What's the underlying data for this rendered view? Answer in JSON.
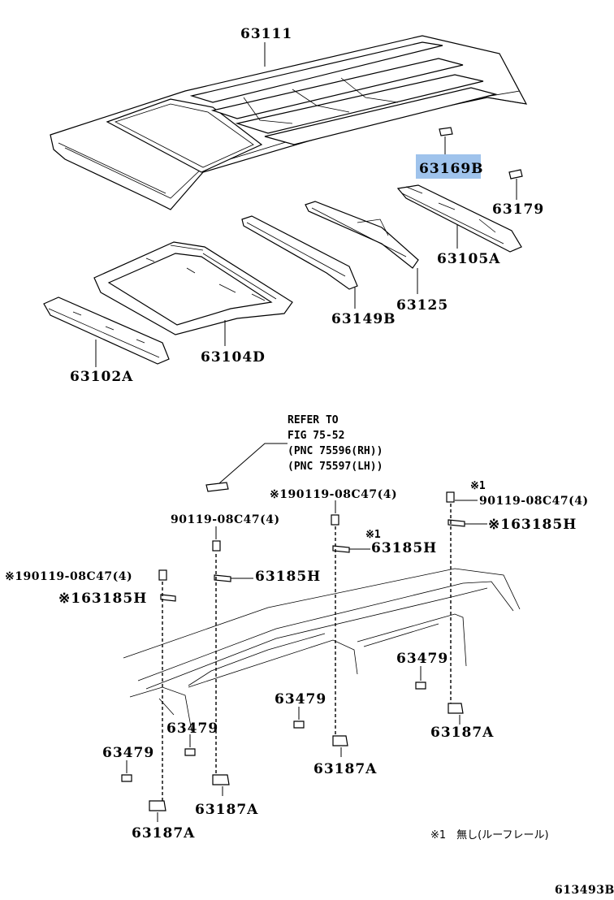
{
  "labels": {
    "p63111": "63111",
    "p63169b": "63169B",
    "p63179": "63179",
    "p63105a": "63105A",
    "p63125": "63125",
    "p63149b": "63149B",
    "p63104d": "63104D",
    "p63102a": "63102A",
    "refer1": "REFER TO",
    "refer2": "FIG 75-52",
    "refer3": "(PNC 75596(RH))",
    "refer4": "(PNC 75597(LH))",
    "n1_mark": "※1",
    "n1_text": "90119-08C47(4)",
    "n1_clip": "※163185H",
    "n2_text": "※190119-08C47(4)",
    "n2_clip_mark": "※1",
    "n2_clip": "63185H",
    "n3_text": "90119-08C47(4)",
    "n3_clip": "63185H",
    "n4_text": "※190119-08C47(4)",
    "n4_clip": "※163185H",
    "p63479a": "63479",
    "p63479b": "63479",
    "p63479c": "63479",
    "p63479d": "63479",
    "p63187a_1": "63187A",
    "p63187a_2": "63187A",
    "p63187a_3": "63187A",
    "p63187a_4": "63187A",
    "footnote": "※1　無し(ルーフレール)",
    "figure_code": "613493B"
  },
  "highlight_color": "#9fc3ec"
}
